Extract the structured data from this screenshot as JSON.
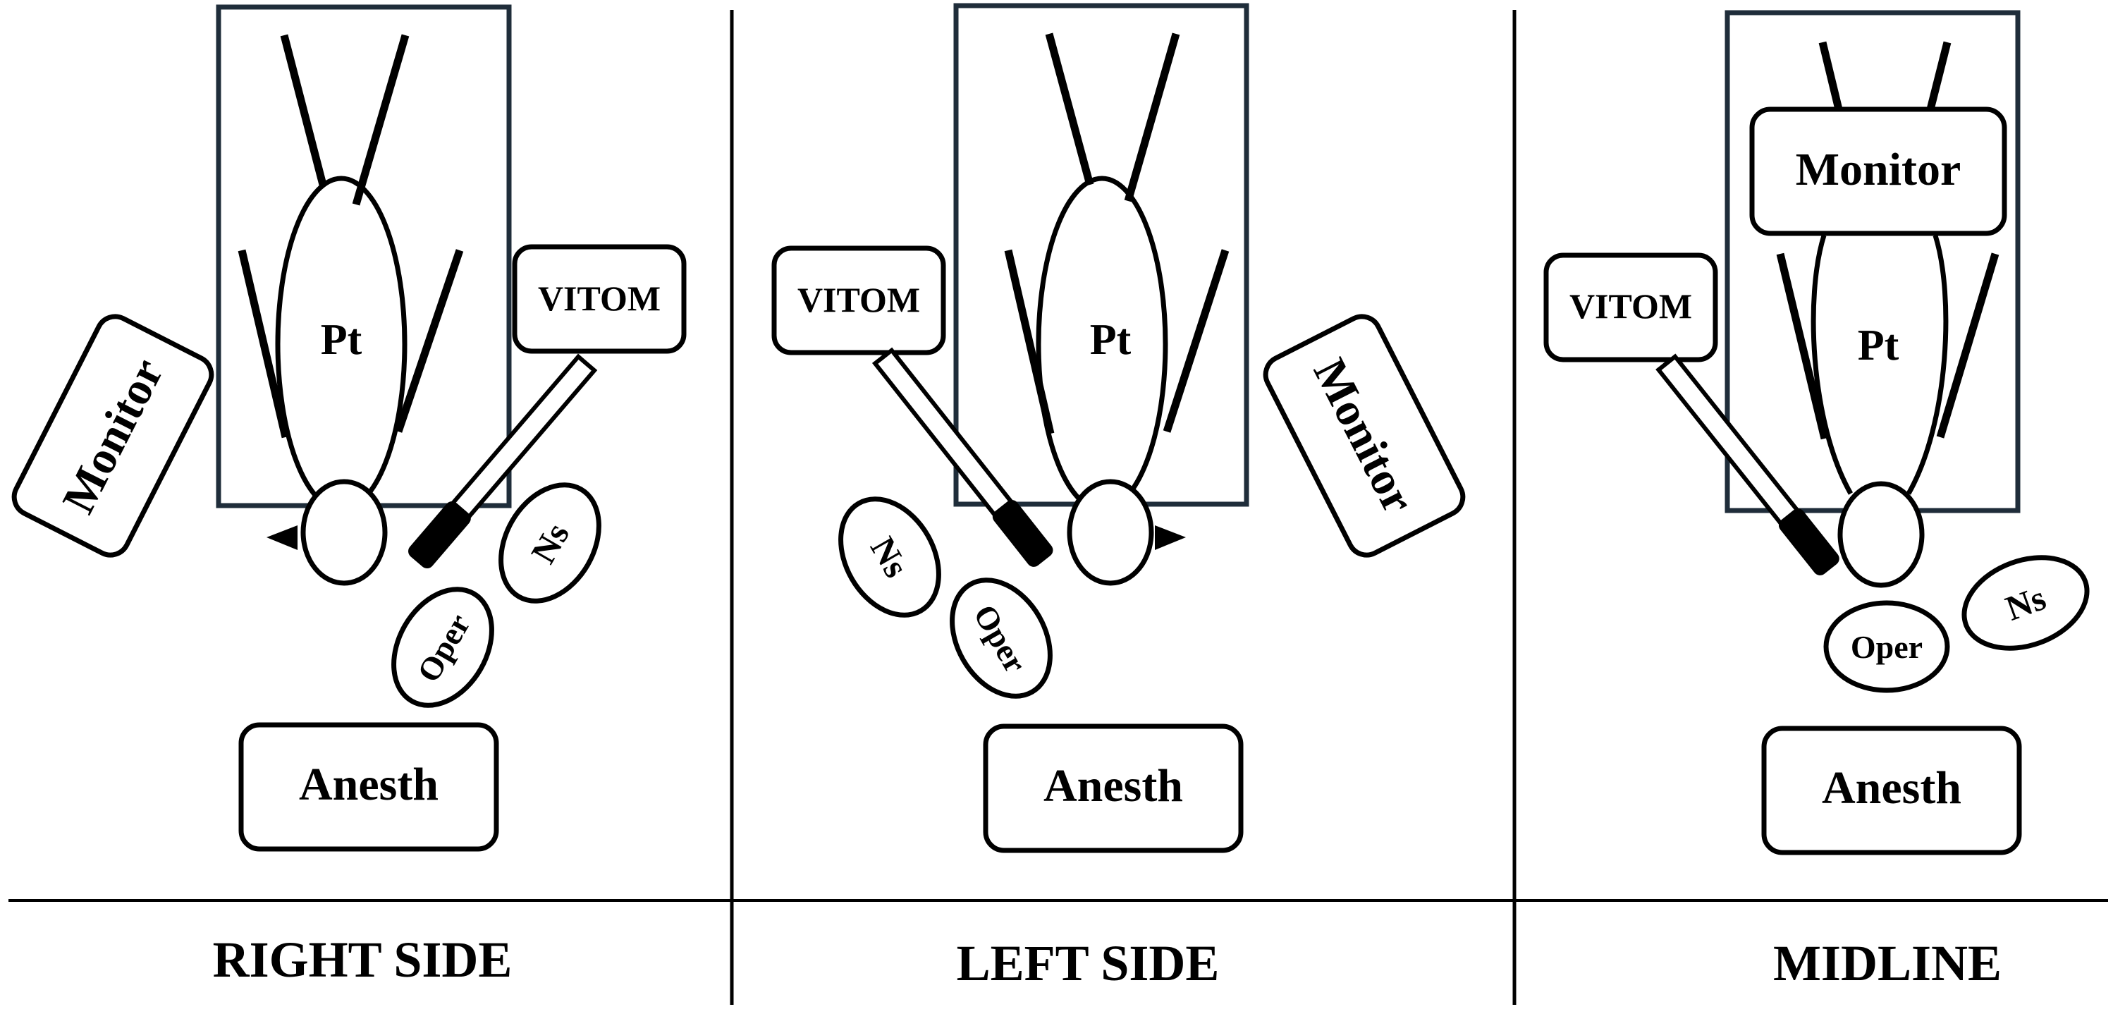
{
  "panels": [
    {
      "caption": "RIGHT SIDE",
      "labels": {
        "patient": "Pt",
        "monitor": "Monitor",
        "vitom": "VITOM",
        "nurse": "Ns",
        "operator": "Oper",
        "anesthesia": "Anesth"
      }
    },
    {
      "caption": "LEFT SIDE",
      "labels": {
        "patient": "Pt",
        "monitor": "Monitor",
        "vitom": "VITOM",
        "nurse": "Ns",
        "operator": "Oper",
        "anesthesia": "Anesth"
      }
    },
    {
      "caption": "MIDLINE",
      "labels": {
        "patient": "Pt",
        "monitor": "Monitor",
        "vitom": "VITOM",
        "nurse": "Ns",
        "operator": "Oper",
        "anesthesia": "Anesth"
      }
    }
  ],
  "colors": {
    "table_outline": "#1f2d3a",
    "ink": "#000000"
  }
}
